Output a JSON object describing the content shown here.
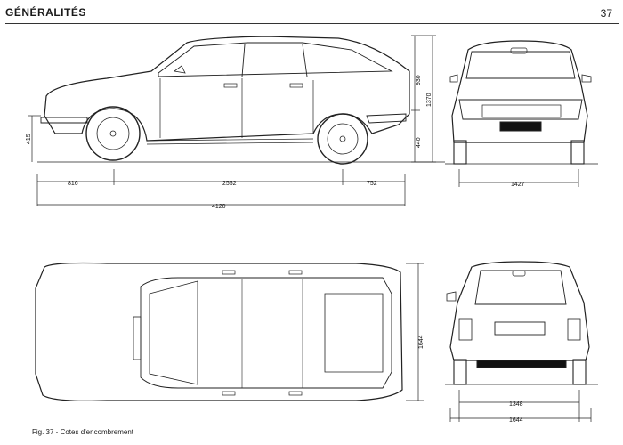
{
  "header": {
    "title": "GÉNÉRALITÉS",
    "page_number": "37"
  },
  "caption": "Fig. 37 - Cotes d'encombrement",
  "dimensions": {
    "front_overhang": "816",
    "wheelbase": "2552",
    "rear_overhang": "752",
    "overall_length": "4120",
    "ground_to_bumper": "415",
    "rear_height_940": "930",
    "overall_height": "1370",
    "rear_lower": "440",
    "front_track": "1427",
    "rear_track": "1348",
    "overall_width": "1644",
    "top_width": "1644"
  }
}
